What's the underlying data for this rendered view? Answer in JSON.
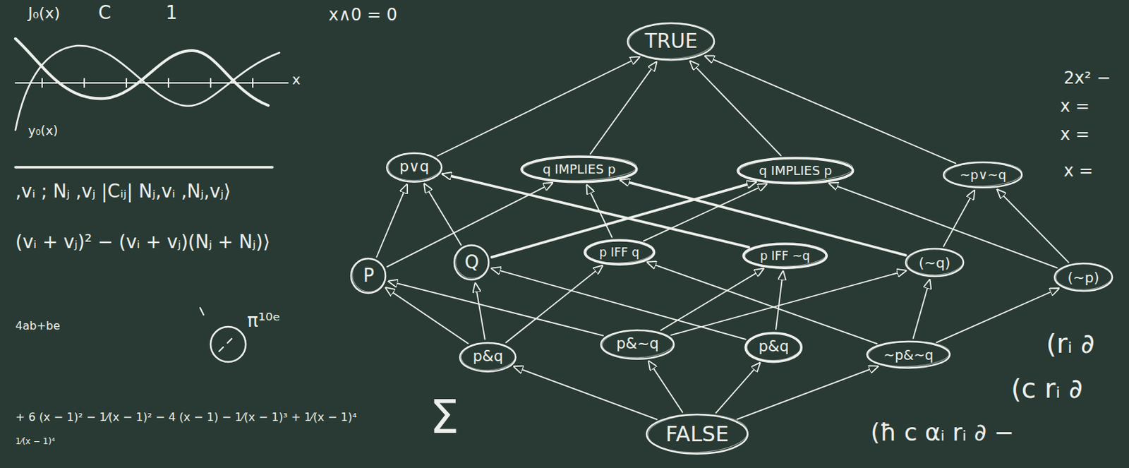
{
  "diagram": {
    "nodes": [
      {
        "text": [
          "TRUE"
        ]
      },
      {
        "text": [
          "p∨q"
        ]
      },
      {
        "text": [
          "q IMPLIES p"
        ]
      },
      {
        "text": [
          "q IMPLIES p"
        ]
      },
      {
        "text": [
          "~p∨~q"
        ]
      },
      {
        "text": [
          "P"
        ]
      },
      {
        "text": [
          "Q"
        ]
      },
      {
        "text": [
          "p IFF q"
        ]
      },
      {
        "text": [
          "p IFF ~q"
        ]
      },
      {
        "text": [
          "(~q)"
        ]
      },
      {
        "text": [
          "(~p)"
        ]
      },
      {
        "text": [
          "p&q"
        ]
      },
      {
        "text": [
          "p&~q"
        ]
      },
      {
        "text": [
          "p&q"
        ]
      },
      {
        "text": [
          "~p&~q"
        ]
      },
      {
        "text": [
          "FALSE"
        ]
      }
    ],
    "edges": [
      {
        "from": 1,
        "to": 0,
        "arrow": "to"
      },
      {
        "from": 2,
        "to": 0,
        "arrow": "to"
      },
      {
        "from": 3,
        "to": 0,
        "arrow": "to"
      },
      {
        "from": 4,
        "to": 0,
        "arrow": "to"
      },
      {
        "from": 5,
        "to": 1,
        "arrow": "to"
      },
      {
        "from": 6,
        "to": 1,
        "arrow": "to"
      },
      {
        "from": 5,
        "to": 2,
        "arrow": "to"
      },
      {
        "from": 6,
        "to": 3,
        "arrow": "to"
      },
      {
        "from": 7,
        "to": 2,
        "arrow": "to"
      },
      {
        "from": 7,
        "to": 3,
        "arrow": "to"
      },
      {
        "from": 8,
        "to": 1,
        "arrow": "to"
      },
      {
        "from": 9,
        "to": 2,
        "arrow": "to"
      },
      {
        "from": 9,
        "to": 4,
        "arrow": "to"
      },
      {
        "from": 10,
        "to": 4,
        "arrow": "to"
      },
      {
        "from": 10,
        "to": 3,
        "arrow": "to"
      },
      {
        "from": 11,
        "to": 5,
        "arrow": "to"
      },
      {
        "from": 11,
        "to": 6,
        "arrow": "to"
      },
      {
        "from": 11,
        "to": 7,
        "arrow": "to"
      },
      {
        "from": 12,
        "to": 5,
        "arrow": "to"
      },
      {
        "from": 12,
        "to": 8,
        "arrow": "to"
      },
      {
        "from": 12,
        "to": 9,
        "arrow": "to"
      },
      {
        "from": 13,
        "to": 6,
        "arrow": "to"
      },
      {
        "from": 13,
        "to": 8,
        "arrow": "to"
      },
      {
        "from": 14,
        "to": 7,
        "arrow": "to"
      },
      {
        "from": 14,
        "to": 9,
        "arrow": "to"
      },
      {
        "from": 14,
        "to": 10,
        "arrow": "to"
      },
      {
        "from": 15,
        "to": 11,
        "arrow": "to"
      },
      {
        "from": 15,
        "to": 12,
        "arrow": "to"
      },
      {
        "from": 15,
        "to": 13,
        "arrow": "to"
      },
      {
        "from": 15,
        "to": 14,
        "arrow": "to"
      }
    ],
    "labels": [
      "J₀(x)",
      "C",
      "1",
      "x∧0 = 0",
      "x",
      "y₀(x)",
      ",vᵢ ; Nⱼ ,vⱼ |Cᵢⱼ| Nⱼ,vᵢ ,Nⱼ,vⱼ⟩",
      "(vᵢ + vⱼ)² − (vᵢ + vⱼ)(Nⱼ + Nⱼ)⟩",
      "4ab+be",
      "π¹⁰ᵉ",
      "+ 6 (x − 1)² − 1⁄(x − 1)² − 4 (x − 1) − 1⁄(x − 1)³ + 1⁄(x − 1)⁴",
      "1⁄(x − 1)⁴",
      "Σ",
      "2x² −",
      "x =",
      "x =",
      "x =",
      "(rᵢ ∂",
      "(c rᵢ ∂",
      "(ħ c αᵢ rᵢ ∂ −"
    ]
  }
}
